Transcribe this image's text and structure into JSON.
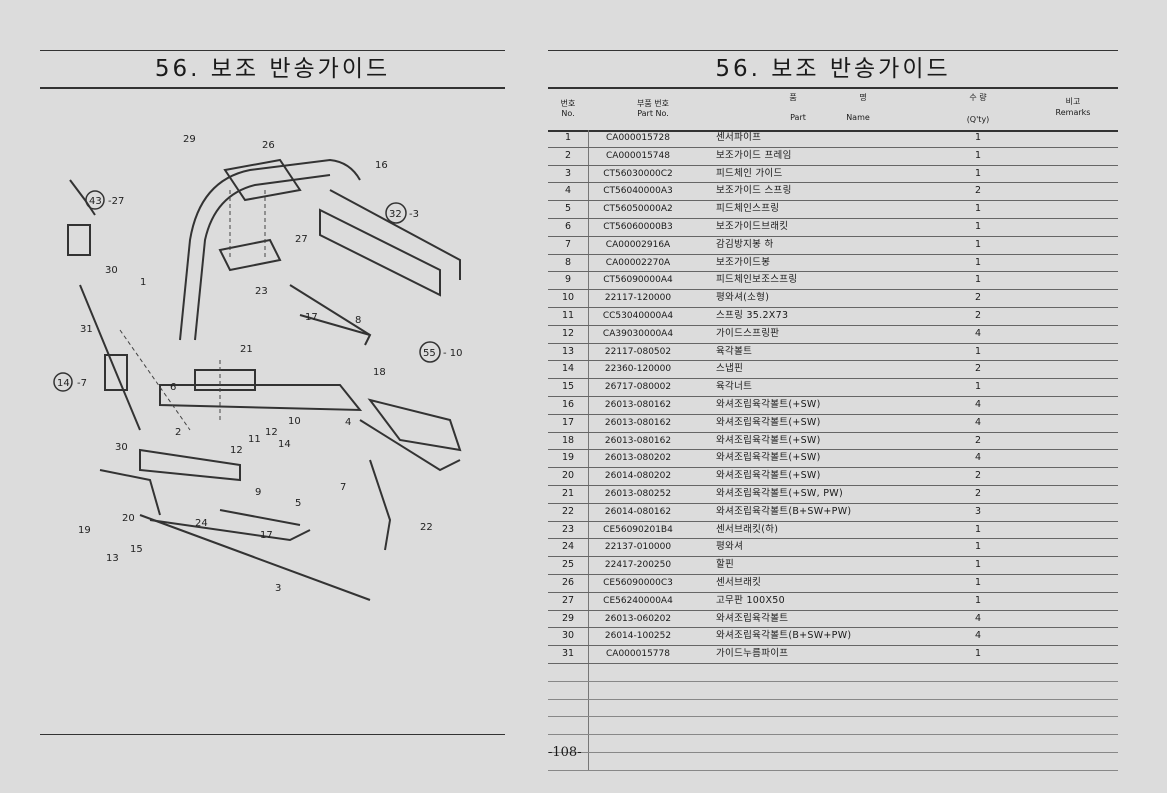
{
  "title": "56. 보조 반송가이드",
  "page_number": "-108-",
  "header": {
    "no_ko": "번호",
    "no_en": "No.",
    "part_ko": "부품 번호",
    "part_en": "Part No.",
    "name_ko_1": "품",
    "name_ko_2": "명",
    "name_en_1": "Part",
    "name_en_2": "Name",
    "qty_ko": "수 량",
    "qty_en": "(Q'ty)",
    "remarks_ko": "비고",
    "remarks_en": "Remarks"
  },
  "parts": [
    {
      "no": "1",
      "part": "CA000015728",
      "name": "센서파이프",
      "qty": "1"
    },
    {
      "no": "2",
      "part": "CA000015748",
      "name": "보조가이드 프레임",
      "qty": "1"
    },
    {
      "no": "3",
      "part": "CT56030000C2",
      "name": "피드체인 가이드",
      "qty": "1"
    },
    {
      "no": "4",
      "part": "CT56040000A3",
      "name": "보조가이드 스프링",
      "qty": "2"
    },
    {
      "no": "5",
      "part": "CT56050000A2",
      "name": "피드체인스프링",
      "qty": "1"
    },
    {
      "no": "6",
      "part": "CT56060000B3",
      "name": "보조가이드브래킷",
      "qty": "1"
    },
    {
      "no": "7",
      "part": "CA00002916A",
      "name": "감김방지봉 하",
      "qty": "1"
    },
    {
      "no": "8",
      "part": "CA00002270A",
      "name": "보조가이드봉",
      "qty": "1"
    },
    {
      "no": "9",
      "part": "CT56090000A4",
      "name": "피드체인보조스프링",
      "qty": "1"
    },
    {
      "no": "10",
      "part": "22117-120000",
      "name": "평와셔(소형)",
      "qty": "2"
    },
    {
      "no": "11",
      "part": "CC53040000A4",
      "name": "스프링 35.2X73",
      "qty": "2"
    },
    {
      "no": "12",
      "part": "CA39030000A4",
      "name": "가이드스프링판",
      "qty": "4"
    },
    {
      "no": "13",
      "part": "22117-080502",
      "name": "육각볼트",
      "qty": "1"
    },
    {
      "no": "14",
      "part": "22360-120000",
      "name": "스냅핀",
      "qty": "2"
    },
    {
      "no": "15",
      "part": "26717-080002",
      "name": "육각너트",
      "qty": "1"
    },
    {
      "no": "16",
      "part": "26013-080162",
      "name": "와셔조립육각볼트(+SW)",
      "qty": "4"
    },
    {
      "no": "17",
      "part": "26013-080162",
      "name": "와셔조립육각볼트(+SW)",
      "qty": "4"
    },
    {
      "no": "18",
      "part": "26013-080162",
      "name": "와셔조립육각볼트(+SW)",
      "qty": "2"
    },
    {
      "no": "19",
      "part": "26013-080202",
      "name": "와셔조립육각볼트(+SW)",
      "qty": "4"
    },
    {
      "no": "20",
      "part": "26014-080202",
      "name": "와셔조립육각볼트(+SW)",
      "qty": "2"
    },
    {
      "no": "21",
      "part": "26013-080252",
      "name": "와셔조립육각볼트(+SW, PW)",
      "qty": "2"
    },
    {
      "no": "22",
      "part": "26014-080162",
      "name": "와셔조립육각볼트(B+SW+PW)",
      "qty": "3"
    },
    {
      "no": "23",
      "part": "CE56090201B4",
      "name": "센서브래킷(하)",
      "qty": "1"
    },
    {
      "no": "24",
      "part": "22137-010000",
      "name": "평와셔",
      "qty": "1"
    },
    {
      "no": "25",
      "part": "22417-200250",
      "name": "할핀",
      "qty": "1"
    },
    {
      "no": "26",
      "part": "CE56090000C3",
      "name": "센서브래킷",
      "qty": "1"
    },
    {
      "no": "27",
      "part": "CE56240000A4",
      "name": "고무판 100X50",
      "qty": "1"
    },
    {
      "no": "29",
      "part": "26013-060202",
      "name": "와셔조립육각볼트",
      "qty": "4"
    },
    {
      "no": "30",
      "part": "26014-100252",
      "name": "와셔조립육각볼트(B+SW+PW)",
      "qty": "4"
    },
    {
      "no": "31",
      "part": "CA000015778",
      "name": "가이드누름파이프",
      "qty": "1"
    }
  ],
  "diagram": {
    "callouts": [
      "29",
      "26",
      "16",
      "43",
      "-27",
      "32",
      "-3",
      "27",
      "30",
      "1",
      "23",
      "31",
      "17",
      "8",
      "21",
      "55",
      "- 10",
      "14",
      "-7",
      "18",
      "6",
      "11",
      "12",
      "10",
      "4",
      "2",
      "30",
      "14",
      "12",
      "9",
      "5",
      "7",
      "20",
      "19",
      "24",
      "17",
      "22",
      "15",
      "13",
      "3"
    ]
  }
}
